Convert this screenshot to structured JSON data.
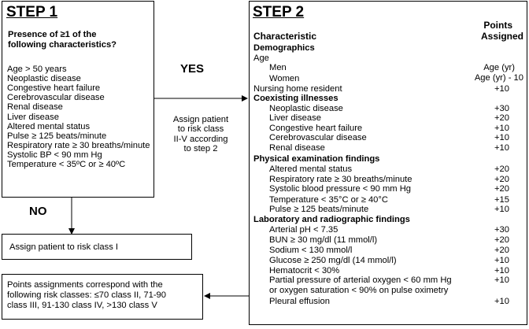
{
  "step1": {
    "title": "STEP 1",
    "heading_line1": "Presence of ≥1 of the",
    "heading_line2": "following characteristics?",
    "items": [
      "Age > 50 years",
      "Neoplastic disease",
      "Congestive heart failure",
      "Cerebrovascular disease",
      "Renal disease",
      "Liver disease",
      "Altered mental status",
      "Pulse ≥ 125 beats/minute",
      "Respiratory rate ≥ 30 breaths/minute",
      "Systolic BP < 90 mm Hg",
      "Temperature < 35ºC or ≥ 40ºC"
    ]
  },
  "yes_label": "YES",
  "yes_text": [
    "Assign patient",
    "to risk class",
    "II-V according",
    "to step 2"
  ],
  "no_label": "NO",
  "class1_text": "Assign patient to risk class I",
  "points_text": [
    "Points assignments correspond with the",
    "following risk classes: ≤70 class II, 71-90",
    "class III, 91-130 class IV, >130 class V"
  ],
  "step2": {
    "title": "STEP 2",
    "col_characteristic": "Characteristic",
    "col_points_1": "Points",
    "col_points_2": "Assigned",
    "sections": {
      "demographics": "Demographics",
      "age": "Age",
      "men": "Men",
      "men_pts": "Age (yr)",
      "women": "Women",
      "women_pts": "Age (yr) - 10",
      "nursing": "Nursing home resident",
      "nursing_pts": "+10",
      "coexisting": "Coexisting illnesses",
      "physical": "Physical examination findings",
      "lab": "Laboratory and radiographic findings"
    },
    "coexisting_items": [
      {
        "label": "Neoplastic disease",
        "pts": "+30"
      },
      {
        "label": "Liver disease",
        "pts": "+20"
      },
      {
        "label": "Congestive heart failure",
        "pts": "+10"
      },
      {
        "label": "Cerebrovascular disease",
        "pts": "+10"
      },
      {
        "label": "Renal disease",
        "pts": "+10"
      }
    ],
    "physical_items": [
      {
        "label": "Altered mental status",
        "pts": "+20"
      },
      {
        "label": "Respiratory rate ≥ 30 breaths/minute",
        "pts": "+20"
      },
      {
        "label": "Systolic blood pressure < 90 mm Hg",
        "pts": "+20"
      },
      {
        "label": "Temperature < 35°C or ≥ 40°C",
        "pts": "+15"
      },
      {
        "label": "Pulse ≥ 125 beats/minute",
        "pts": "+10"
      }
    ],
    "lab_items": [
      {
        "label": "Arterial pH < 7.35",
        "pts": "+30"
      },
      {
        "label": "BUN ≥ 30 mg/dl (11 mmol/l)",
        "pts": "+20"
      },
      {
        "label": "Sodium < 130 mmol/l",
        "pts": "+20"
      },
      {
        "label": "Glucose ≥ 250 mg/dl (14 mmol/l)",
        "pts": "+10"
      },
      {
        "label": "Hematocrit < 30%",
        "pts": "+10"
      },
      {
        "label": "Partial pressure of arterial oxygen < 60 mm Hg",
        "pts": "+10"
      },
      {
        "label": "or oxygen saturation < 90% on pulse oximetry",
        "pts": ""
      },
      {
        "label": "Pleural effusion",
        "pts": "+10"
      }
    ]
  }
}
